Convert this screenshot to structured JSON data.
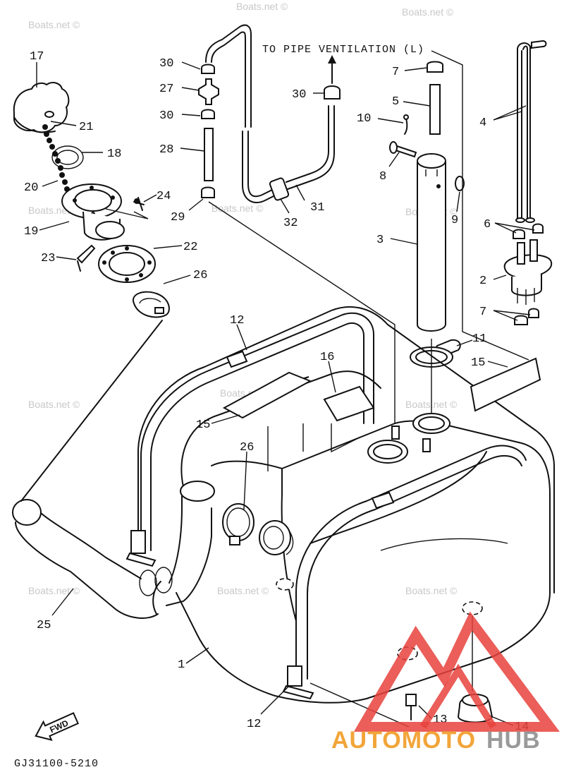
{
  "diagram": {
    "note_text": "TO PIPE VENTILATION (L)",
    "drawing_code": "GJ31100-5210",
    "fwd_label": "FWD",
    "watermark": "Boats.net ©",
    "logo": {
      "part1": "AUTOMOTO",
      "part2": "HUB",
      "colors": {
        "primary": "#f2a53a",
        "secondary": "#9a9a9a",
        "mark": "#e8423c"
      }
    },
    "callouts": [
      {
        "num": "17",
        "part": "fuel cap"
      },
      {
        "num": "21",
        "part": "cap strap"
      },
      {
        "num": "18",
        "part": "gasket ring"
      },
      {
        "num": "20",
        "part": "chain"
      },
      {
        "num": "19",
        "part": "filler neck"
      },
      {
        "num": "24",
        "part": "screw"
      },
      {
        "num": "23",
        "part": "bolt"
      },
      {
        "num": "22",
        "part": "packing"
      },
      {
        "num": "26",
        "part": "hose clamp"
      },
      {
        "num": "30",
        "part": "clip"
      },
      {
        "num": "27",
        "part": "check valve"
      },
      {
        "num": "30",
        "part": "clip"
      },
      {
        "num": "28",
        "part": "breather hose"
      },
      {
        "num": "29",
        "part": "clip"
      },
      {
        "num": "30",
        "part": "clip"
      },
      {
        "num": "31",
        "part": "vent hose"
      },
      {
        "num": "32",
        "part": "joint"
      },
      {
        "num": "7",
        "part": "clip"
      },
      {
        "num": "5",
        "part": "hose"
      },
      {
        "num": "10",
        "part": "cotter pin"
      },
      {
        "num": "8",
        "part": "pin"
      },
      {
        "num": "9",
        "part": "washer"
      },
      {
        "num": "3",
        "part": "fuel pickup tube"
      },
      {
        "num": "4",
        "part": "fuel hoses"
      },
      {
        "num": "6",
        "part": "clips"
      },
      {
        "num": "2",
        "part": "fuel cock"
      },
      {
        "num": "7",
        "part": "clips"
      },
      {
        "num": "11",
        "part": "grommet"
      },
      {
        "num": "15",
        "part": "label"
      },
      {
        "num": "12",
        "part": "strap"
      },
      {
        "num": "16",
        "part": "label"
      },
      {
        "num": "15",
        "part": "label"
      },
      {
        "num": "26",
        "part": "hose clamp"
      },
      {
        "num": "25",
        "part": "filler hose"
      },
      {
        "num": "1",
        "part": "fuel tank"
      },
      {
        "num": "12",
        "part": "strap"
      },
      {
        "num": "13",
        "part": "bolt"
      },
      {
        "num": "14",
        "part": "damper"
      }
    ]
  }
}
